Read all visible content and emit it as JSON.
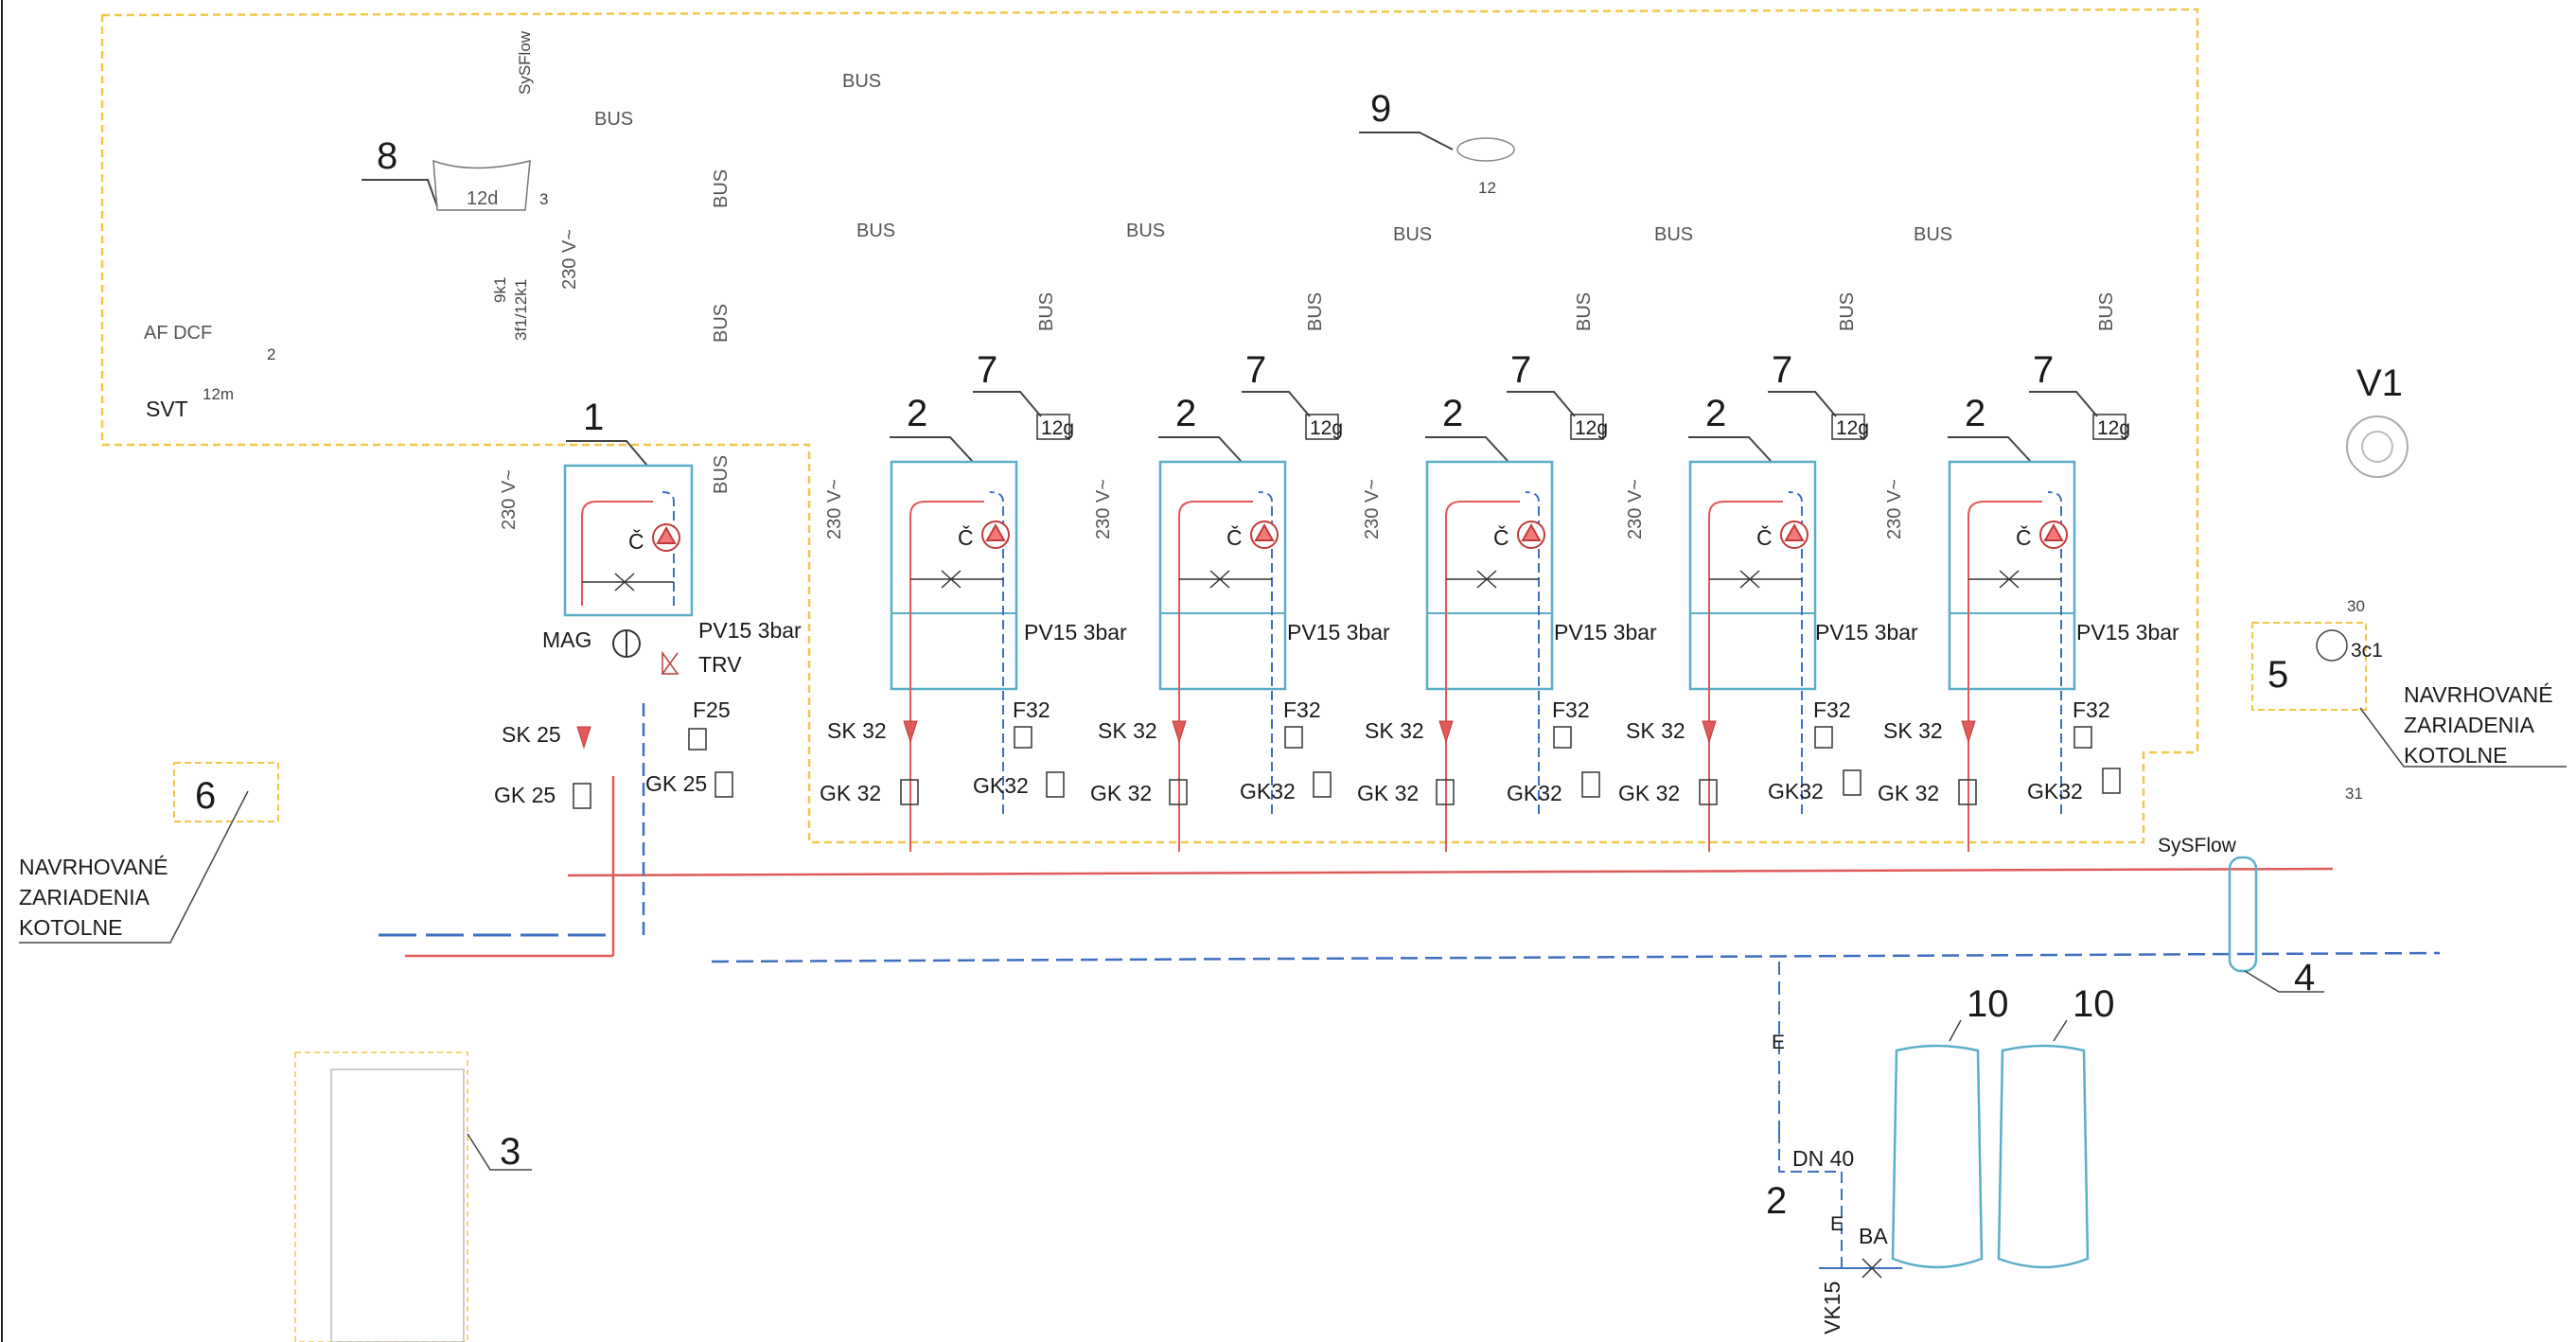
{
  "diagram": {
    "bus_labels": [
      "BUS",
      "BUS",
      "BUS",
      "BUS",
      "BUS",
      "BUS",
      "BUS",
      "BUS",
      "BUS",
      "BUS",
      "BUS",
      "BUS",
      "BUS",
      "BUS",
      "BUS"
    ],
    "voltage_labels": [
      "230 V~",
      "230 V~",
      "230 V~",
      "230 V~",
      "230 V~",
      "230 V~",
      "230 V~"
    ],
    "boiler_1": {
      "number": "1",
      "pump_label": "Č",
      "mag": "MAG",
      "safety_valve": "PV15 3bar",
      "trv": "TRV",
      "filter": "F25",
      "supply_valve": "SK 25",
      "gas_valve_left": "GK 25",
      "gas_valve_right": "GK 25"
    },
    "boilers": [
      {
        "number": "2",
        "controller": "7",
        "controller_code": "12g",
        "pump_label": "Č",
        "safety_valve": "PV15 3bar",
        "filter": "F32",
        "supply_valve": "SK 32",
        "gas_valve_left": "GK 32",
        "gas_valve_right": "GK32"
      },
      {
        "number": "2",
        "controller": "7",
        "controller_code": "12g",
        "pump_label": "Č",
        "safety_valve": "PV15 3bar",
        "filter": "F32",
        "supply_valve": "SK 32",
        "gas_valve_left": "GK 32",
        "gas_valve_right": "GK32"
      },
      {
        "number": "2",
        "controller": "7",
        "controller_code": "12g",
        "pump_label": "Č",
        "safety_valve": "PV15 3bar",
        "filter": "F32",
        "supply_valve": "SK 32",
        "gas_valve_left": "GK 32",
        "gas_valve_right": "GK32"
      },
      {
        "number": "2",
        "controller": "7",
        "controller_code": "12g",
        "pump_label": "Č",
        "safety_valve": "PV15 3bar",
        "filter": "F32",
        "supply_valve": "SK 32",
        "gas_valve_left": "GK 32",
        "gas_valve_right": "GK32"
      },
      {
        "number": "2",
        "controller": "7",
        "controller_code": "12g",
        "pump_label": "Č",
        "safety_valve": "PV15 3bar",
        "filter": "F32",
        "supply_valve": "SK 32",
        "gas_valve_left": "GK 32",
        "gas_valve_right": "GK32"
      }
    ],
    "control_panel": {
      "number": "8",
      "code": "12d",
      "wire": "3",
      "sysflow": "SySFlow",
      "wiring": "9k1 3f1/12k1"
    },
    "sensor": {
      "label": "AF DCF",
      "svt": "SVT",
      "code": "12m",
      "wire": "2"
    },
    "unit_9": {
      "number": "9",
      "code": "12"
    },
    "hydraulic_separator": {
      "number": "4",
      "label": "SySFlow"
    },
    "unit_5": {
      "number": "5",
      "code": "3c1",
      "wire_top": "30",
      "wire_bottom": "31"
    },
    "v1": {
      "label": "V1"
    },
    "unit_6": {
      "number": "6"
    },
    "tank_3": {
      "number": "3"
    },
    "expansion_tanks": {
      "numbers": [
        "10",
        "10"
      ],
      "pipe": "DN 40",
      "marker": "E",
      "valve": "BA",
      "drain": "VK15",
      "wire": "2"
    },
    "note_left": [
      "NAVRHOVANÉ",
      "ZARIADENIA",
      "KOTOLNE"
    ],
    "note_right": [
      "NAVRHOVANÉ",
      "ZARIADENIA",
      "KOTOLNE"
    ],
    "colors": {
      "supply": "#e05a5a",
      "return": "#3e6fc0",
      "bus": "#f0c84a",
      "boiler": "#5aaec8",
      "ink": "#1a1a1a"
    }
  }
}
